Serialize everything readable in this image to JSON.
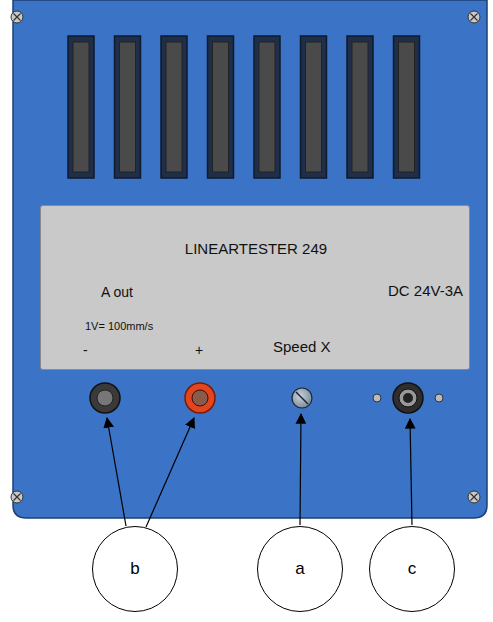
{
  "diagram": {
    "nodes": [
      {
        "text": [
          "LINEARTESTER 249",
          "A out",
          "1V= 100mm/s",
          "-",
          "+",
          "Speed X",
          "DC 24V-3A"
        ]
      },
      {
        "text": [
          "b"
        ]
      },
      {
        "text": [
          "a"
        ]
      },
      {
        "text": [
          "c"
        ]
      }
    ]
  }
}
